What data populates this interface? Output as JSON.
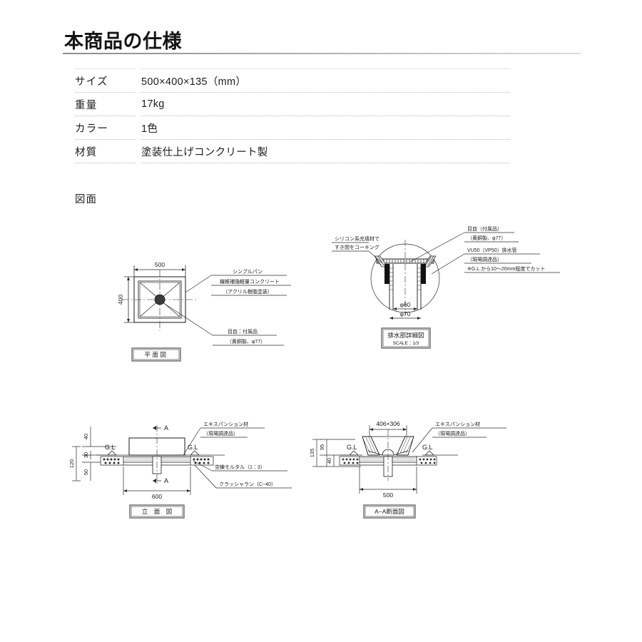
{
  "header": {
    "title": "本商品の仕様"
  },
  "spec_table": {
    "rows": [
      {
        "label": "サイズ",
        "value": "500×400×135（mm）"
      },
      {
        "label": "重量",
        "value": "17kg"
      },
      {
        "label": "カラー",
        "value": "1色"
      },
      {
        "label": "材質",
        "value": "塗装仕上げコンクリート製"
      }
    ]
  },
  "drawings_section": {
    "label": "図面"
  },
  "plan_view": {
    "title": "平面図",
    "dim_width": "500",
    "dim_height": "400",
    "callouts": {
      "product_name": "シンプルパン",
      "material_line1": "繊維補強軽量コンクリート",
      "material_line2": "（アクリル樹脂塗装）",
      "drain_line1": "目皿：付属品",
      "drain_line2": "（黄銅製、φ77）"
    }
  },
  "drain_detail": {
    "title": "排水部詳細図",
    "scale": "SCALE：1/3",
    "dim_inner": "φ60",
    "dim_outer": "φ70",
    "callouts": {
      "caulk_line1": "シリコン系充填材で",
      "caulk_line2": "すき間をコーキング",
      "strainer_line1": "目皿（付属品）",
      "strainer_line2": "（黄銅製、φ77）",
      "pipe_line1": "VU50（VP50）排水管",
      "pipe_line2": "（現場調達品）",
      "pipe_line3": "※G.L.から10〜20mm程度でカット"
    }
  },
  "elevation_view": {
    "title": "立　面　図",
    "dim_overall_width": "600",
    "dim_40": "40",
    "dim_30": "30",
    "dim_50": "50",
    "dim_120": "120",
    "ground_level_left": "G.L",
    "ground_level_right": "G.L",
    "section_mark_top": "A",
    "section_mark_bottom": "A",
    "callouts": {
      "expansion_line1": "エキスパンション材",
      "expansion_line2": "（現場調達品）",
      "mortar": "空練モルタル（1：3）",
      "crusher_run": "クラッシャラン（C−40）"
    }
  },
  "section_view": {
    "title": "A−A断面図",
    "dim_opening": "406×306",
    "dim_overall_width": "500",
    "dim_135": "135",
    "dim_95": "95",
    "dim_40": "40",
    "ground_level_left": "G.L",
    "ground_level_right": "G.L",
    "callouts": {
      "expansion_line1": "エキスパンション材",
      "expansion_line2": "（現場調達品）"
    }
  },
  "colors": {
    "ink": "#1a1a1a",
    "line": "#2b2b2b",
    "rule": "#9a9a9a",
    "dotted": "#b9b9b9"
  }
}
